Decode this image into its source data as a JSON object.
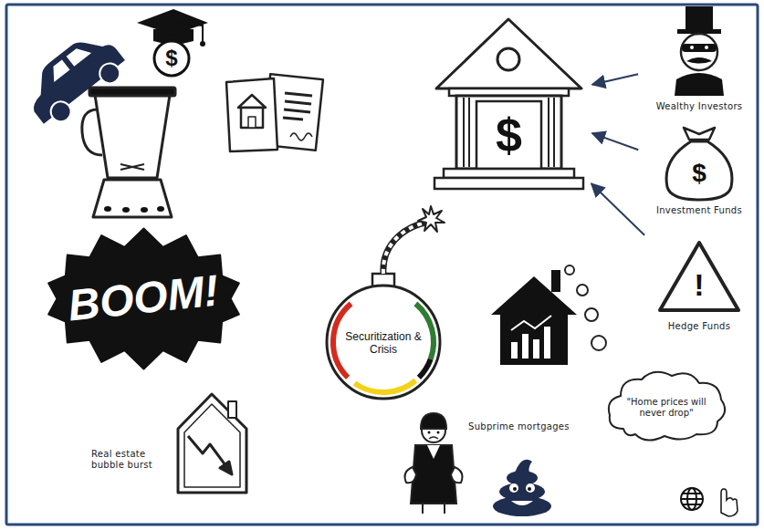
{
  "diagram": {
    "nodes": [
      {
        "text": [
          "$"
        ]
      },
      {
        "text": [
          "Wealthy Investors"
        ]
      },
      {
        "text": [
          "$",
          "Investment Funds"
        ]
      },
      {
        "text": [
          "BOOM!"
        ]
      },
      {
        "text": [
          "Securitization & Crisis"
        ]
      },
      {
        "text": [
          "!",
          "Hedge Funds"
        ]
      },
      {
        "text": [
          "\"Home prices will never drop\""
        ]
      }
    ],
    "edges": [
      {
        "from": 1,
        "to": 0,
        "arrow": "to"
      },
      {
        "from": 2,
        "to": 0,
        "arrow": "to"
      },
      {
        "from": 5,
        "to": 0,
        "arrow": "to"
      }
    ],
    "labels": [
      "$",
      "Subprime mortgages",
      "Real estate bubble burst"
    ]
  }
}
